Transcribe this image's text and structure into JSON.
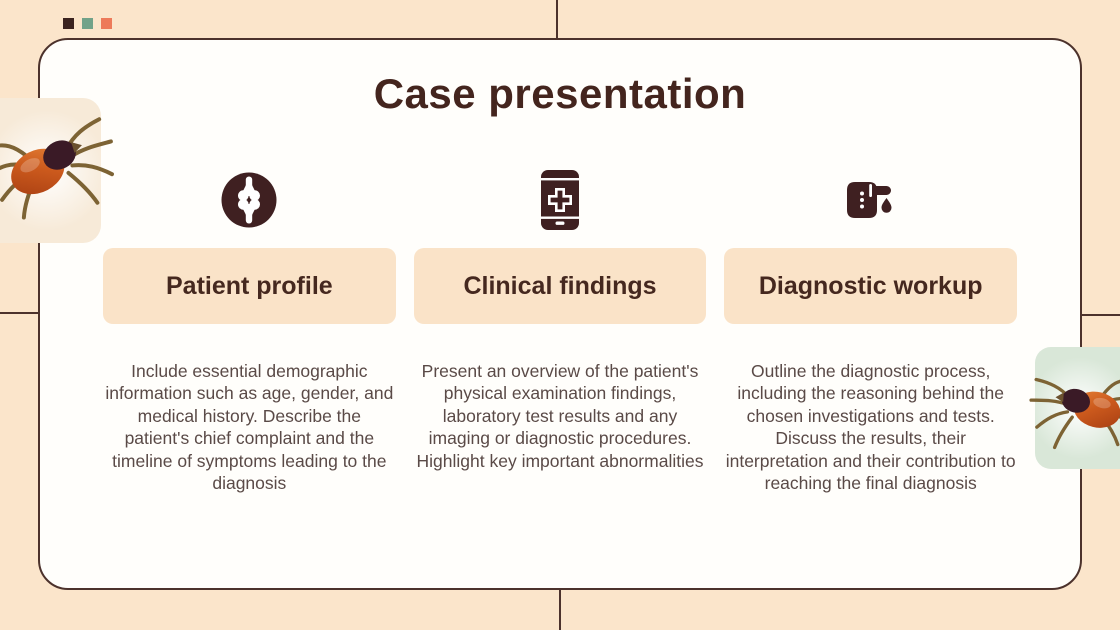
{
  "slide": {
    "title": "Case presentation",
    "columns": [
      {
        "icon": "joint-icon",
        "heading": "Patient profile",
        "body": "Include essential demographic information such as age, gender, and medical history. Describe the patient's chief complaint and the timeline of symptoms leading to the diagnosis"
      },
      {
        "icon": "medical-phone-icon",
        "heading": "Clinical findings",
        "body": "Present an overview of the patient's physical examination findings, laboratory test results and any imaging or diagnostic procedures. Highlight key important abnormalities"
      },
      {
        "icon": "blood-test-icon",
        "heading": "Diagnostic workup",
        "body": "Outline the diagnostic process, including the reasoning behind the chosen investigations and tests. Discuss the results, their interpretation and their contribution to reaching the final diagnosis"
      }
    ],
    "decorations": {
      "squares": [
        "#3b2320",
        "#71a289",
        "#ed7a5a"
      ],
      "images": [
        {
          "name": "tick-photo-left",
          "description": "tick on cream rounded panel"
        },
        {
          "name": "tick-photo-right",
          "description": "tick on mint rounded panel"
        }
      ]
    },
    "colors": {
      "background": "#fbe5cb",
      "card": "#fffefb",
      "accent_box": "#fae3c8",
      "title_text": "#44251e",
      "body_text": "#5a4a47",
      "line": "#4c322c",
      "cream_panel": "#f7ead8",
      "mint_panel": "#d9e7d8"
    }
  }
}
